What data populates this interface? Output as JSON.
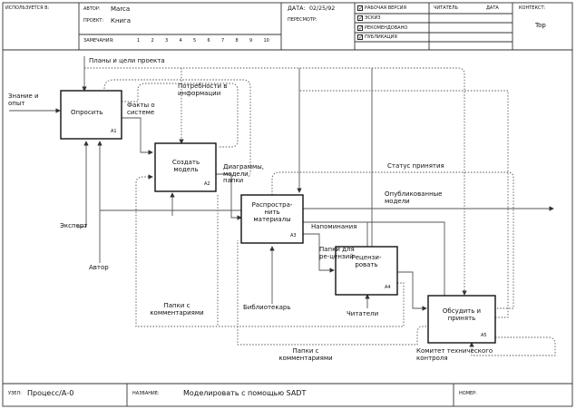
{
  "header": {
    "used_at_label": "ИСПОЛЬЗУЕТСЯ В:",
    "author_label": "АВТОР:",
    "author_value": "Marca",
    "project_label": "ПРОЕКТ:",
    "project_value": "Книга",
    "notes_label": "ЗАМЕЧАНИЯ:",
    "notes_numbers": [
      "1",
      "2",
      "3",
      "4",
      "5",
      "6",
      "7",
      "8",
      "9",
      "10"
    ],
    "date_label": "ДАТА:",
    "date_value": "02/25/92",
    "revision_label": "ПЕРЕСМОТР:",
    "status_items": [
      "РАБОЧАЯ ВЕРСИЯ",
      "ЭСКИЗ",
      "РЕКОМЕНДОВАНО",
      "ПУБЛИКАЦИЯ"
    ],
    "reader_label": "ЧИТАТЕЛЬ",
    "reader_date_label": "ДАТА",
    "context_label": "КОНТЕКСТ:",
    "context_value": "Top"
  },
  "diagram": {
    "boxes": [
      {
        "label": "Опросить",
        "number": "A1"
      },
      {
        "label": "Создать модель",
        "number": "A2"
      },
      {
        "label": "Распростра-нить материалы",
        "number": "A3"
      },
      {
        "label": "Рецензи-ровать",
        "number": "A4"
      },
      {
        "label": "Обсудить и принять",
        "number": "A5"
      }
    ],
    "arrow_labels": {
      "plans": "Планы и цели проекта",
      "knowledge": "Знание и опыт",
      "needs": "Потребности в информации",
      "facts": "Факты о системе",
      "expert": "Эксперт",
      "author": "Автор",
      "diagrams": "Диаграммы, модели, папки",
      "status": "Статус принятия",
      "published": "Опубликованные модели",
      "reminders": "Напоминания",
      "review_folders": "Папки для ре-цензий",
      "library": "Библиотекарь",
      "readers": "Читатели",
      "folders_comments_1": "Папки с комментариями",
      "folders_comments_2": "Папки с комментариями",
      "committee": "Комитет технического контроля"
    }
  },
  "footer": {
    "node_label": "УЗЕЛ:",
    "node_value": "Процесс/А-0",
    "title_label": "НАЗВАНИЕ:",
    "title_value": "Моделировать с помощью SADT",
    "number_label": "НОМЕР:"
  }
}
